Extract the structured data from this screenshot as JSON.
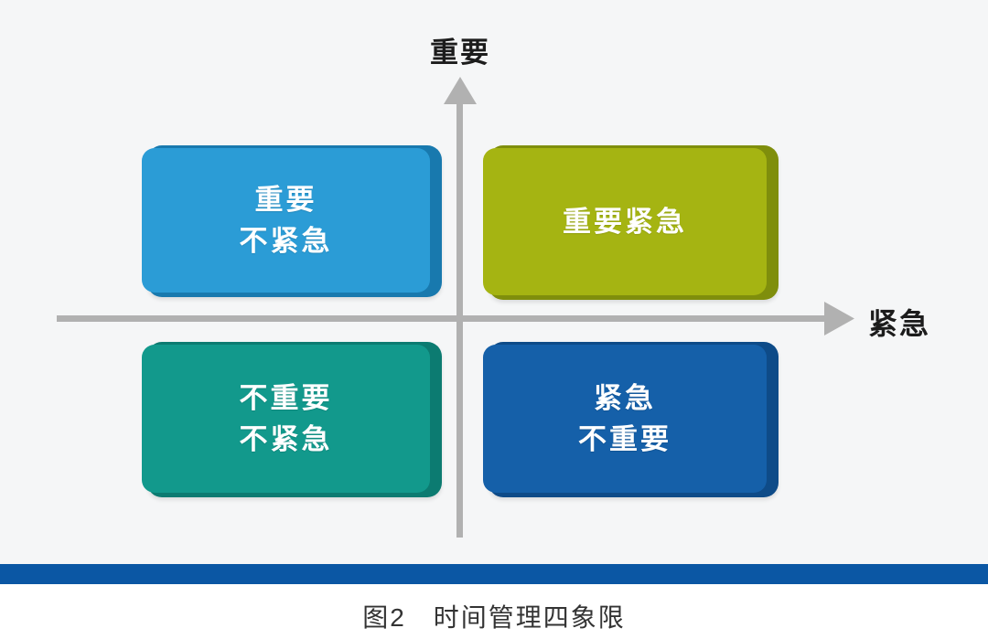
{
  "figure": {
    "caption_label": "图2",
    "caption_title": "时间管理四象限"
  },
  "axes": {
    "y_label": "重要",
    "x_label": "紧急",
    "color": "#b1b1b1"
  },
  "quadrants": [
    {
      "id": "important-not-urgent",
      "lines": [
        "重要",
        "不紧急"
      ],
      "face": "#2b9cd6",
      "edge": "#1879ae"
    },
    {
      "id": "important-urgent",
      "lines": [
        "重要紧急"
      ],
      "face": "#a5b412",
      "edge": "#7f8e0c"
    },
    {
      "id": "not-important-not-urgent",
      "lines": [
        "不重要",
        "不紧急"
      ],
      "face": "#12998c",
      "edge": "#0c7b71"
    },
    {
      "id": "urgent-not-important",
      "lines": [
        "紧急",
        "不重要"
      ],
      "face": "#1560a9",
      "edge": "#0e4b88"
    }
  ],
  "colors": {
    "background": "#f5f6f7",
    "footer_bar": "#0b57a4",
    "footer_background": "#ffffff",
    "box_text": "#ffffff",
    "axis_text": "#1c1c1c",
    "caption_text": "#333333"
  }
}
